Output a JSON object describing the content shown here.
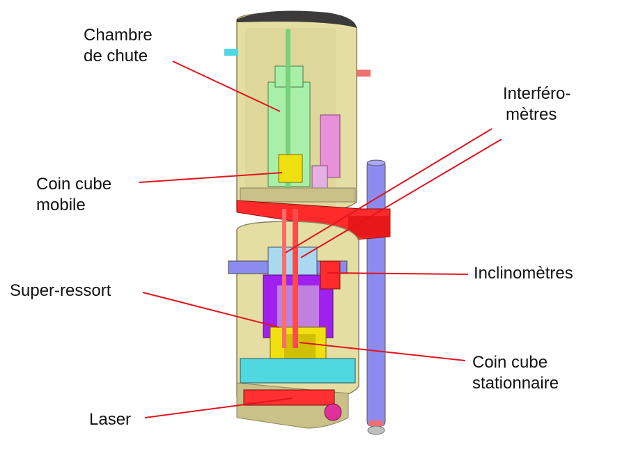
{
  "labels": {
    "chambre_de_chute": [
      "Chambre",
      "de chute"
    ],
    "interferometres": [
      "Interféro-",
      "mètres"
    ],
    "coin_cube_mobile": [
      "Coin cube",
      "mobile"
    ],
    "inclinometres": [
      "Inclinomètres"
    ],
    "super_ressort": [
      "Super-ressort"
    ],
    "coin_cube_stationnaire": [
      "Coin cube",
      "stationnaire"
    ],
    "laser": [
      "Laser"
    ]
  },
  "colors": {
    "leader_line": "#e0141e",
    "housing": "#e4dea2",
    "housing_dark": "#c9c187",
    "cap": "#3b3b3b",
    "red_parts": "#ff2a2a",
    "blue_parts": "#8c8cf0",
    "purple_parts": "#a020f0",
    "green_parts": "#a8f0a8",
    "yellow_parts": "#f0e010",
    "pink_parts": "#e890d8",
    "cyan_parts": "#50d8e0"
  }
}
